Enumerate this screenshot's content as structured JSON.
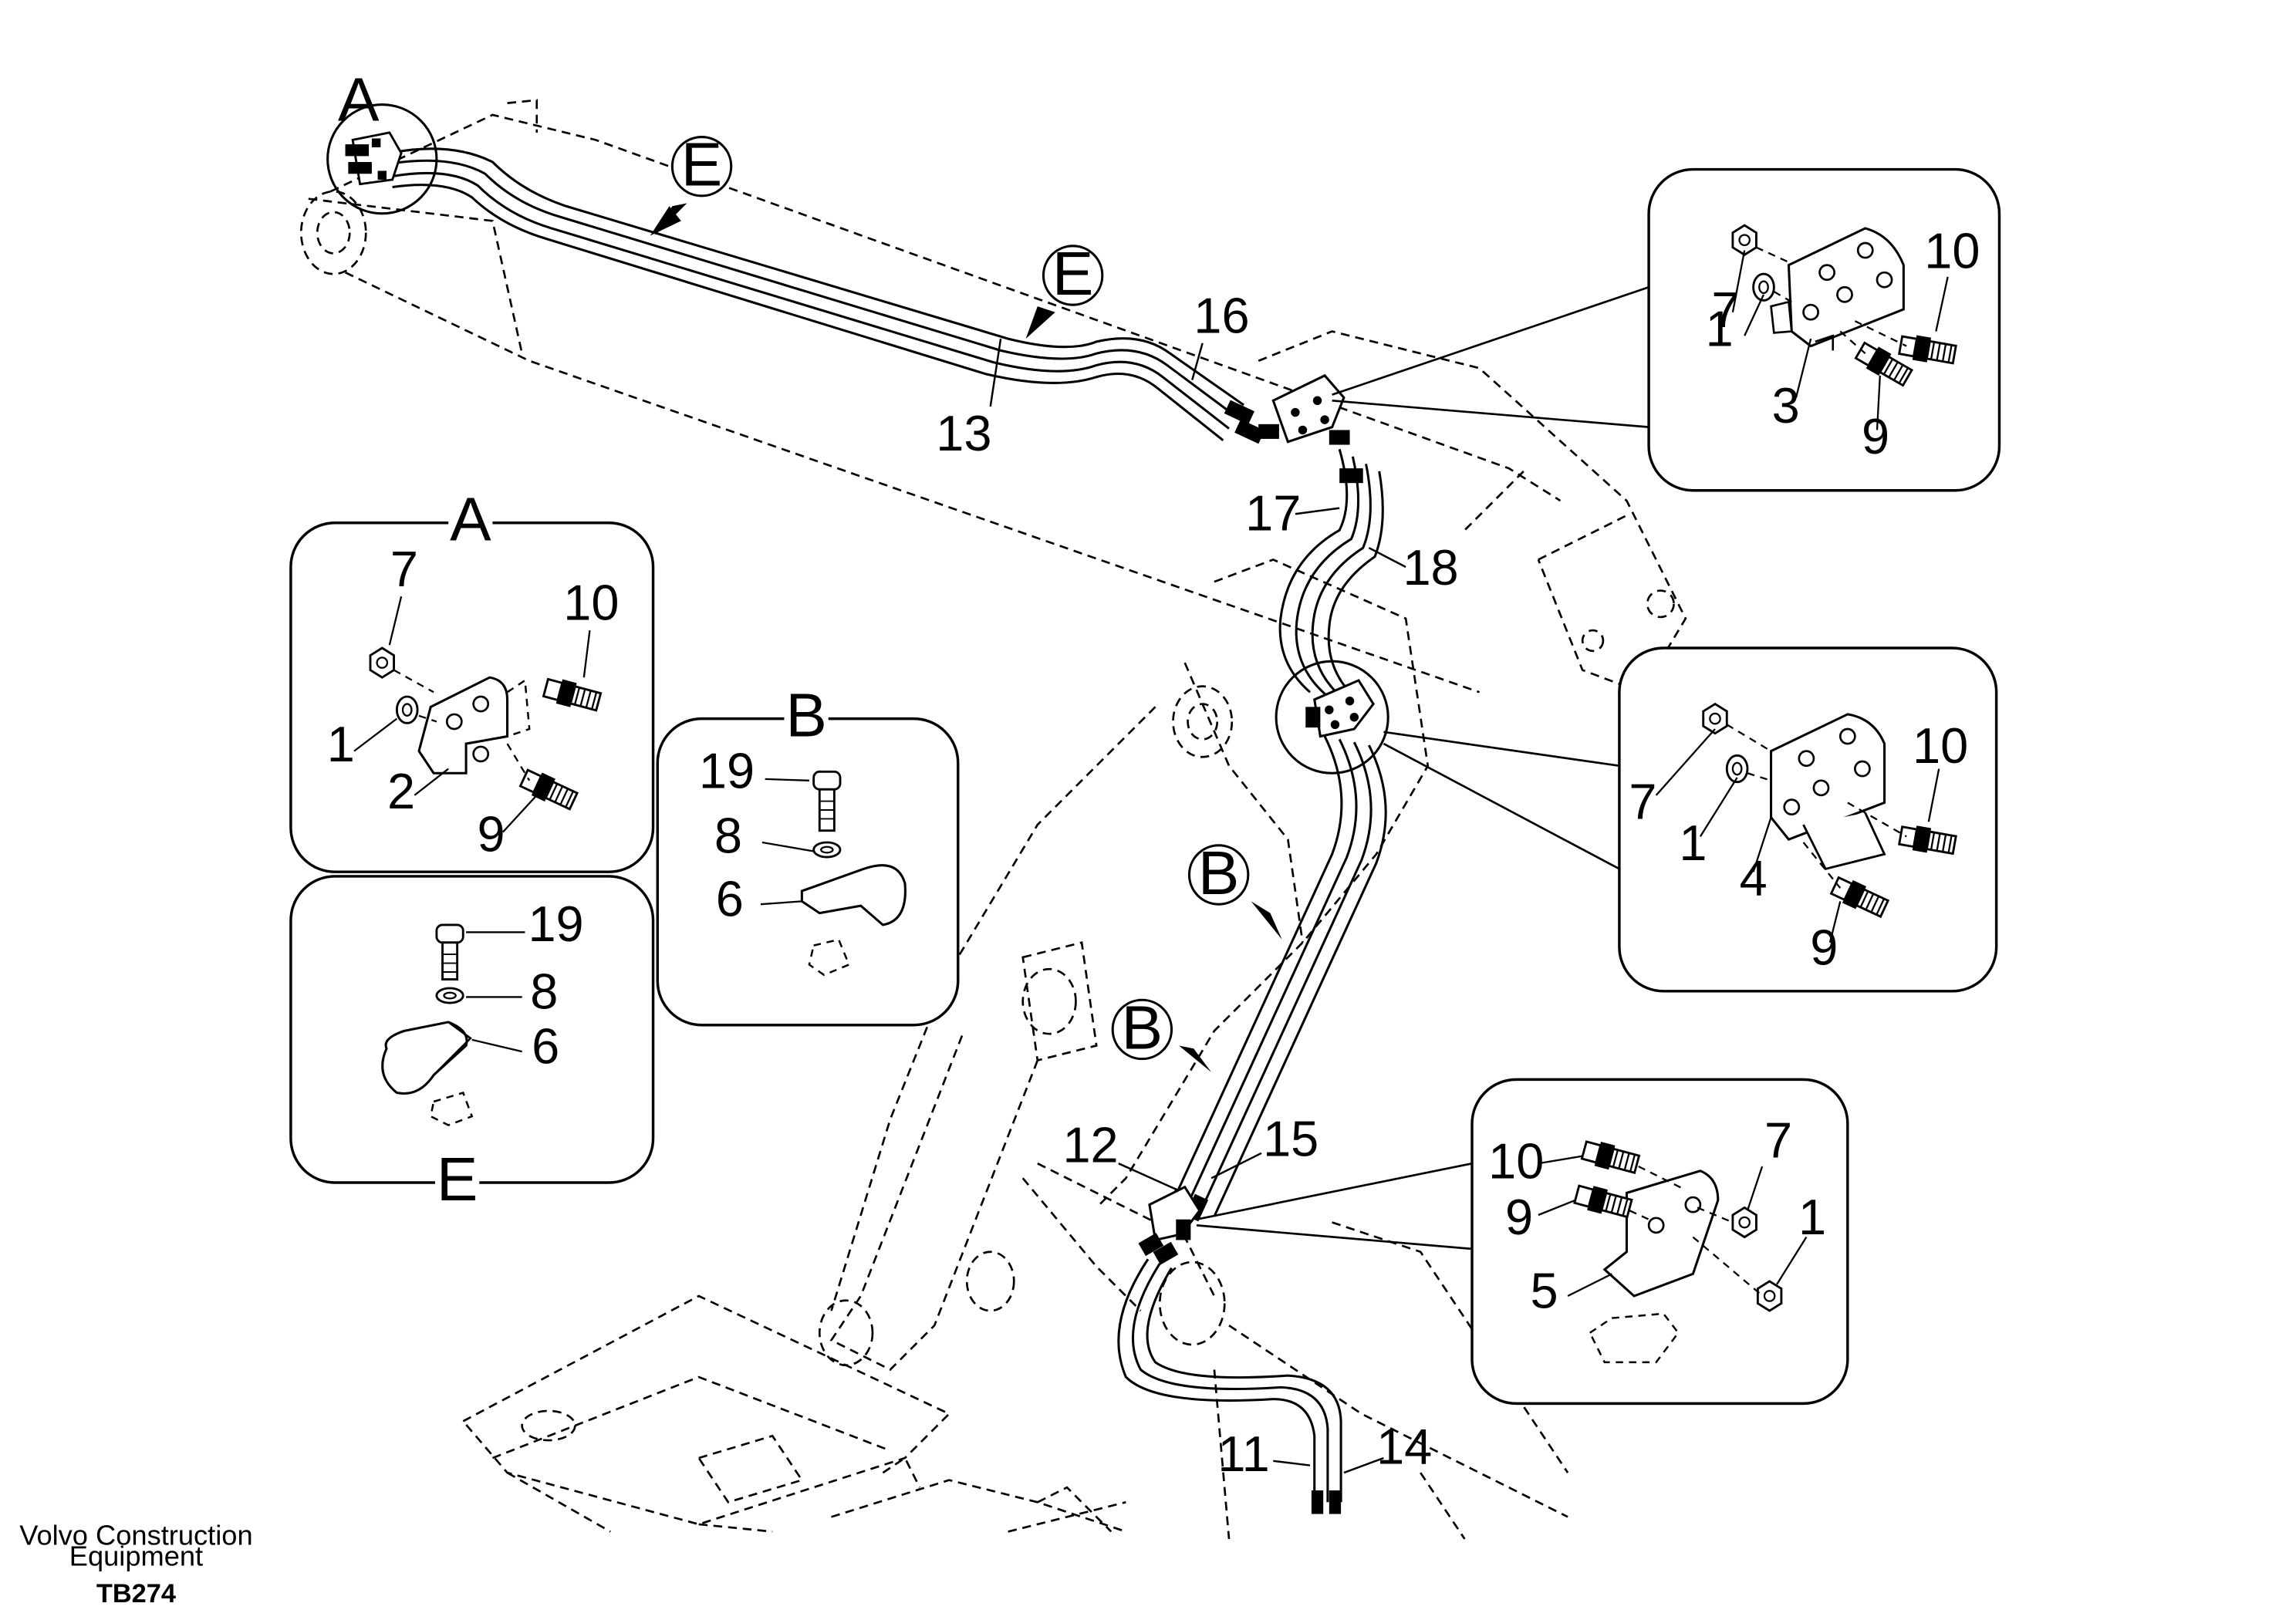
{
  "footer": {
    "company_line1": "Volvo Construction",
    "company_line2": "Equipment",
    "drawing_code": "TB274"
  },
  "views": {
    "A": "A",
    "B": "B",
    "E": "E"
  },
  "markers": [
    "E",
    "E",
    "B",
    "B"
  ],
  "callouts": {
    "n1": "1",
    "n2": "2",
    "n3": "3",
    "n4": "4",
    "n5": "5",
    "n6": "6",
    "n7": "7",
    "n8": "8",
    "n9": "9",
    "n10": "10",
    "n11": "11",
    "n12": "12",
    "n13": "13",
    "n14": "14",
    "n15": "15",
    "n16": "16",
    "n17": "17",
    "n18": "18",
    "n19": "19"
  }
}
